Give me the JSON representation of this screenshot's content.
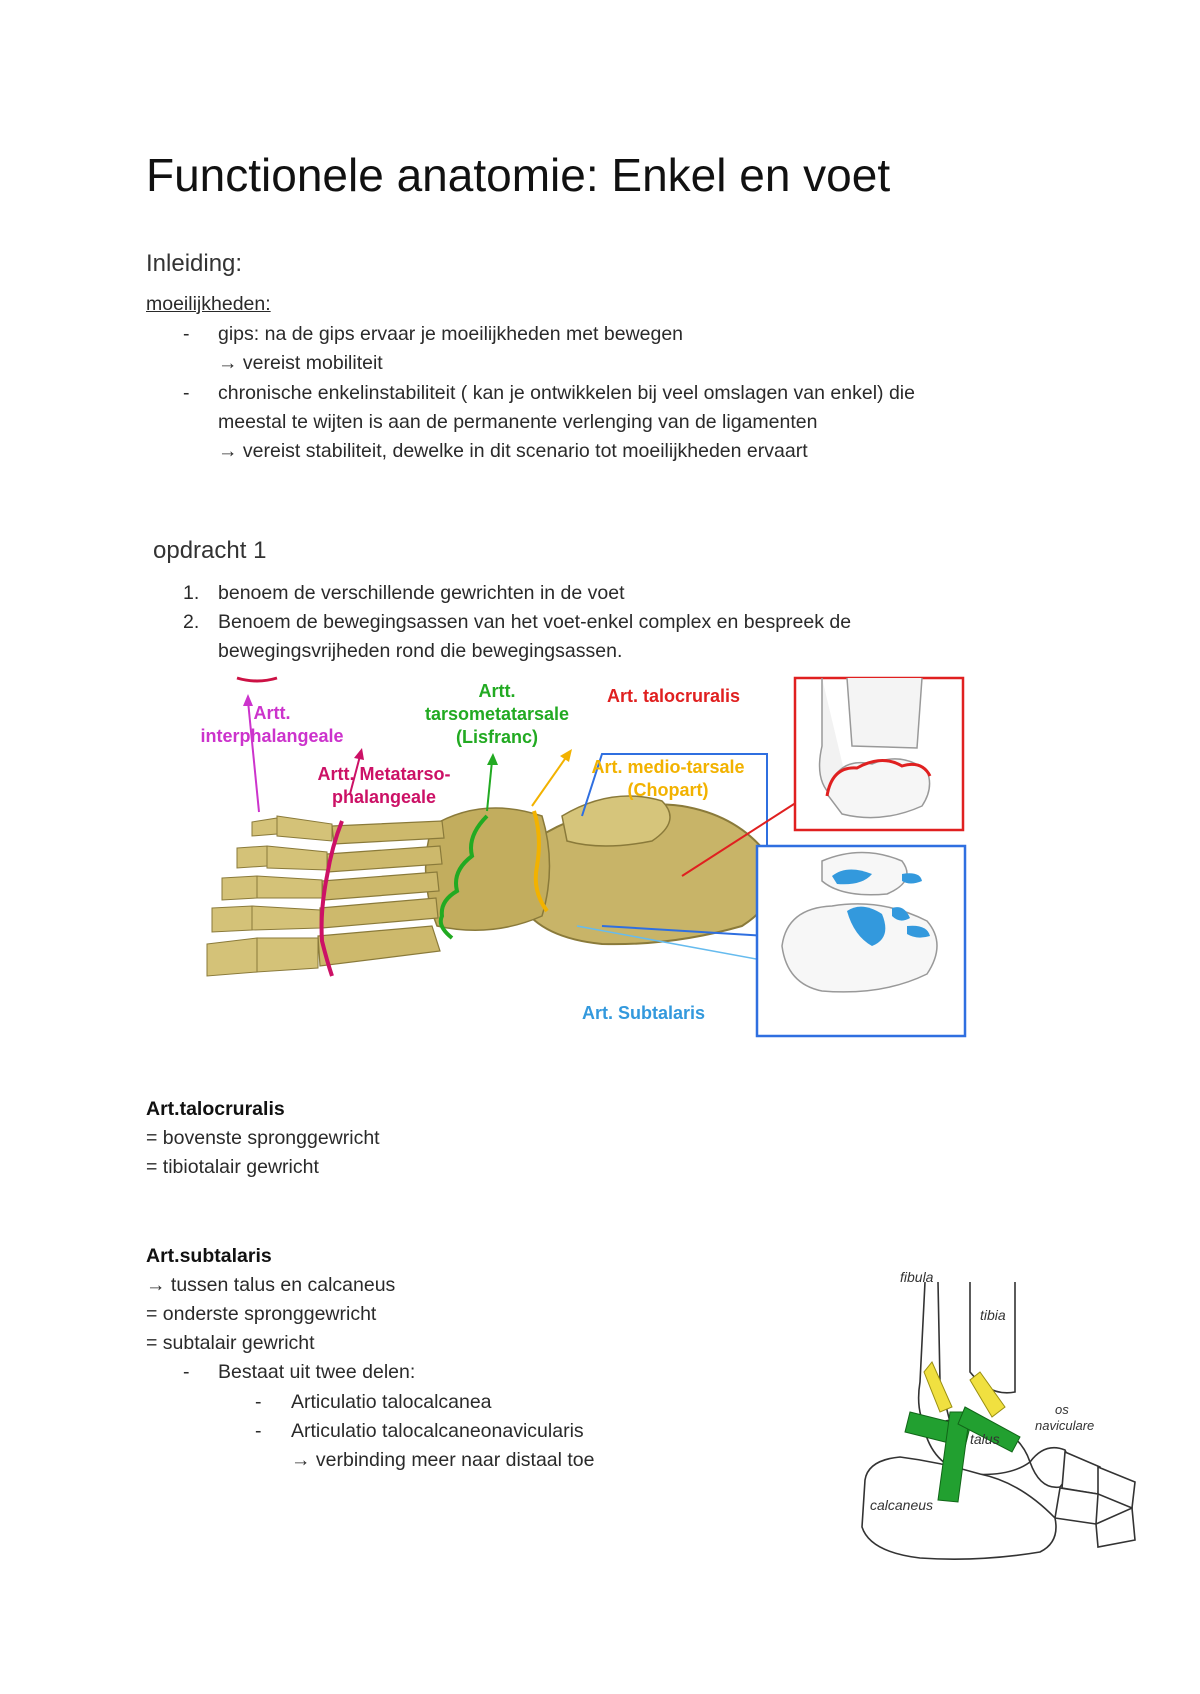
{
  "title": "Functionele anatomie: Enkel en voet",
  "intro": {
    "heading": "Inleiding:",
    "sub_heading": "moeilijkheden:",
    "bullets": [
      {
        "marker": "-",
        "lines": [
          "gips: na de gips ervaar je moeilijkheden met bewegen",
          "→ vereist mobiliteit"
        ]
      },
      {
        "marker": "-",
        "lines": [
          "chronische enkelinstabiliteit ( kan je ontwikkelen bij veel omslagen van enkel) die",
          "meestal te wijten is aan de permanente verlenging van de ligamenten",
          "→ vereist stabiliteit, dewelke in dit scenario tot moeilijkheden ervaart"
        ]
      }
    ]
  },
  "assignment": {
    "heading": "opdracht 1",
    "items": [
      {
        "marker": "1.",
        "lines": [
          "benoem de verschillende gewrichten in de voet"
        ]
      },
      {
        "marker": "2.",
        "lines": [
          "Benoem de bewegingsassen van het voet-enkel complex en bespreek de",
          "bewegingsvrijheden rond die bewegingsassen."
        ]
      }
    ]
  },
  "figure1": {
    "labels": {
      "interphalangeale": [
        "Artt.",
        "interphalangeale"
      ],
      "metatarso": [
        "Artt. Metatarso-",
        "phalangeale"
      ],
      "tarsometatarsale": [
        "Artt.",
        "tarsometatarsale",
        "(Lisfranc)"
      ],
      "mediotarsale": [
        "Art. medio-tarsale",
        "(Chopart)"
      ],
      "talocruralis": "Art. talocruralis",
      "subtalaris": "Art. Subtalaris"
    },
    "colors": {
      "magenta": "#cc33cc",
      "crimson": "#cc1166",
      "green": "#22aa22",
      "orange": "#f2b200",
      "red": "#e02020",
      "blue": "#2f6fe0",
      "lightblue": "#3399dd",
      "bone": "#c8b468"
    }
  },
  "talocruralis": {
    "heading": "Art.talocruralis",
    "lines": [
      "= bovenste spronggewricht",
      "= tibiotalair gewricht"
    ]
  },
  "subtalaris": {
    "heading": "Art.subtalaris",
    "lines": [
      "→ tussen talus en calcaneus",
      "= onderste spronggewricht",
      "= subtalair gewricht"
    ],
    "bullet": {
      "marker": "-",
      "text": "Bestaat uit twee delen:"
    },
    "sub_bullets": [
      {
        "marker": "-",
        "lines": [
          "Articulatio talocalcanea"
        ]
      },
      {
        "marker": "-",
        "lines": [
          "Articulatio talocalcaneonavicularis",
          "→ verbinding meer naar distaal toe"
        ]
      }
    ]
  },
  "figure2": {
    "labels": {
      "fibula": "fibula",
      "tibia": "tibia",
      "os": "os",
      "naviculare": "naviculare",
      "talus": "talus",
      "calcaneus": "calcaneus"
    }
  }
}
